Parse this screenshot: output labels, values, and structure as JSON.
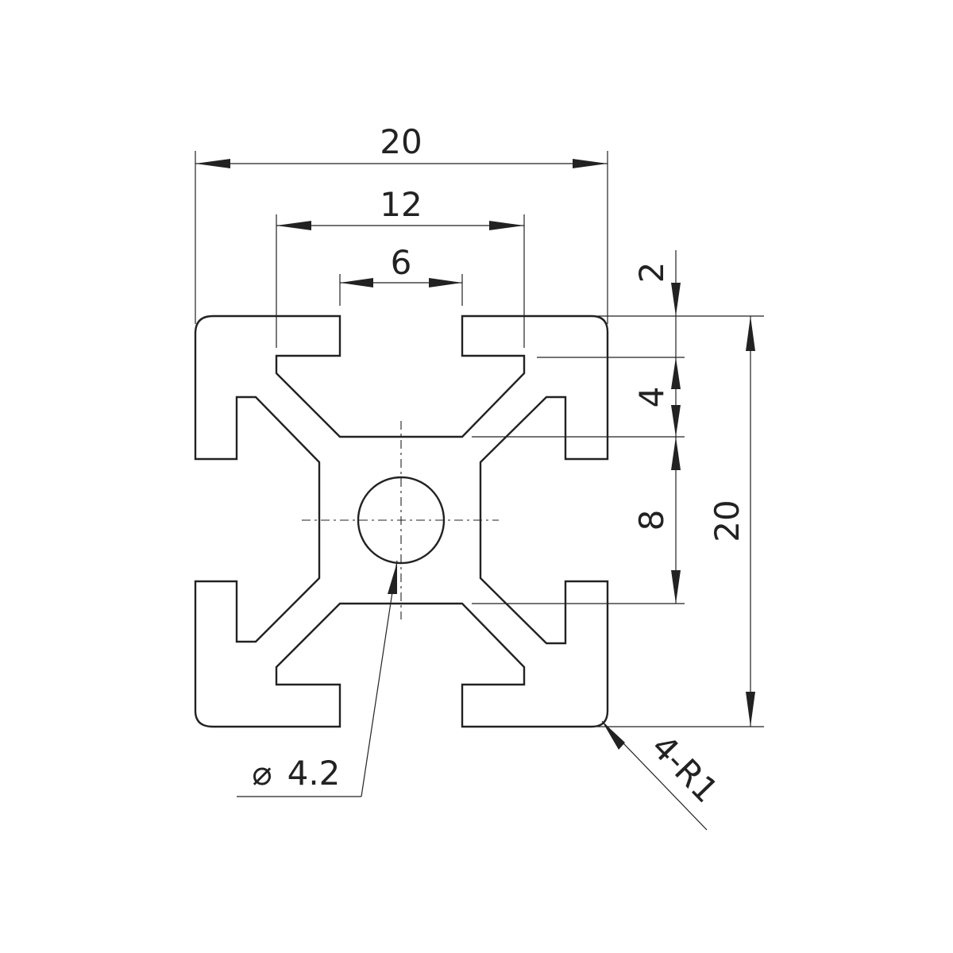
{
  "drawing": {
    "title": "",
    "dimensions": {
      "overall_width": "20",
      "slot_outer_width": "12",
      "slot_opening_width": "6",
      "wall_thickness": "2",
      "slot_depth": "4",
      "core_width": "8",
      "overall_height": "20",
      "center_hole": "4.2",
      "center_hole_symbol": "⌀",
      "corner_radius": "4-R1"
    }
  }
}
